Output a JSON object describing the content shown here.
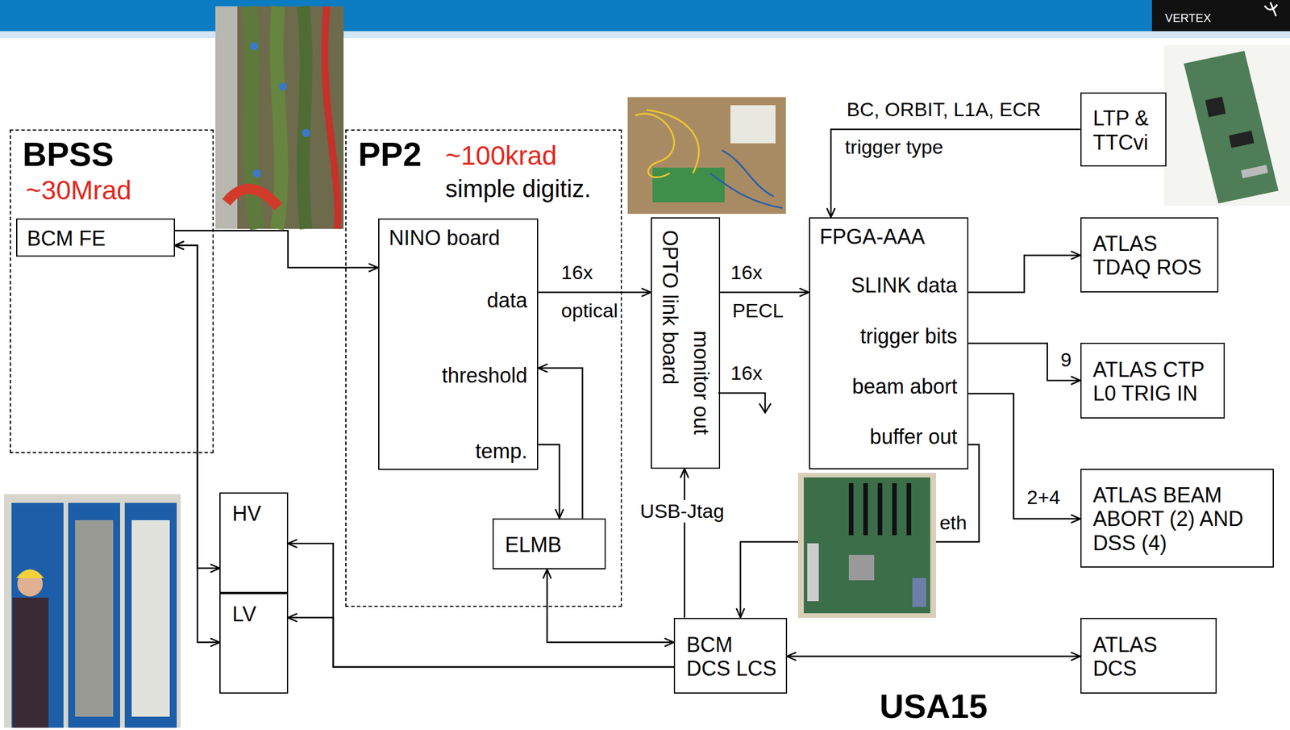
{
  "diagram": {
    "nodes": [
      {
        "text": [
          "BPSS",
          "~30Mrad"
        ]
      },
      {
        "text": [
          "BCM FE"
        ],
        "in": 0
      },
      {
        "text": [
          "PP2",
          "~100krad",
          "simple digitiz."
        ]
      },
      {
        "text": [
          "NINO board",
          "data",
          "threshold",
          "temp."
        ],
        "in": 2
      },
      {
        "text": [
          "ELMB"
        ],
        "in": 2
      },
      {
        "text": [
          "OPTO link board",
          "monitor out"
        ]
      },
      {
        "text": [
          "FPGA-AAA",
          "SLINK data",
          "trigger bits",
          "beam abort",
          "buffer out"
        ]
      },
      {
        "text": [
          "LTP & TTCvi"
        ]
      },
      {
        "text": [
          "ATLAS TDAQ ROS"
        ]
      },
      {
        "text": [
          "ATLAS CTP L0 TRIG IN"
        ]
      },
      {
        "text": [
          "ATLAS BEAM ABORT (2) AND DSS (4)"
        ]
      },
      {
        "text": [
          "HV"
        ]
      },
      {
        "text": [
          "LV"
        ]
      },
      {
        "text": [
          "BCM DCS LCS"
        ]
      },
      {
        "text": [
          "ATLAS DCS"
        ]
      }
    ],
    "edges": [
      {
        "from": 1,
        "to": 3,
        "arrow": "to"
      },
      {
        "from": 11,
        "to": 1,
        "arrow": "both"
      },
      {
        "from": 12,
        "to": 1,
        "arrow": "both"
      },
      {
        "from": 3,
        "to": 5,
        "arrow": "to"
      },
      {
        "from": 5,
        "to": 6,
        "arrow": "to"
      },
      {
        "from": 7,
        "to": 6,
        "arrow": "to"
      },
      {
        "from": 6,
        "to": 8,
        "arrow": "to"
      },
      {
        "from": 6,
        "to": 9,
        "arrow": "to"
      },
      {
        "from": 6,
        "to": 10,
        "arrow": "to"
      },
      {
        "from": 6,
        "to": 13,
        "arrow": "to"
      },
      {
        "from": 4,
        "to": 3,
        "arrow": "to"
      },
      {
        "from": 3,
        "to": 4,
        "arrow": "to"
      },
      {
        "from": 4,
        "to": 13,
        "arrow": "both"
      },
      {
        "from": 13,
        "to": 5,
        "arrow": "to"
      },
      {
        "from": 13,
        "to": 11,
        "arrow": "to"
      },
      {
        "from": 13,
        "to": 12,
        "arrow": "to"
      },
      {
        "from": 13,
        "to": 14,
        "arrow": "both"
      }
    ],
    "labels": [
      "VERTEX",
      "BC, ORBIT, L1A, ECR",
      "trigger type",
      "16x",
      "optical",
      "16x",
      "PECL",
      "16x",
      "9",
      "2+4",
      "USB-Jtag",
      "eth",
      "USA15"
    ]
  }
}
